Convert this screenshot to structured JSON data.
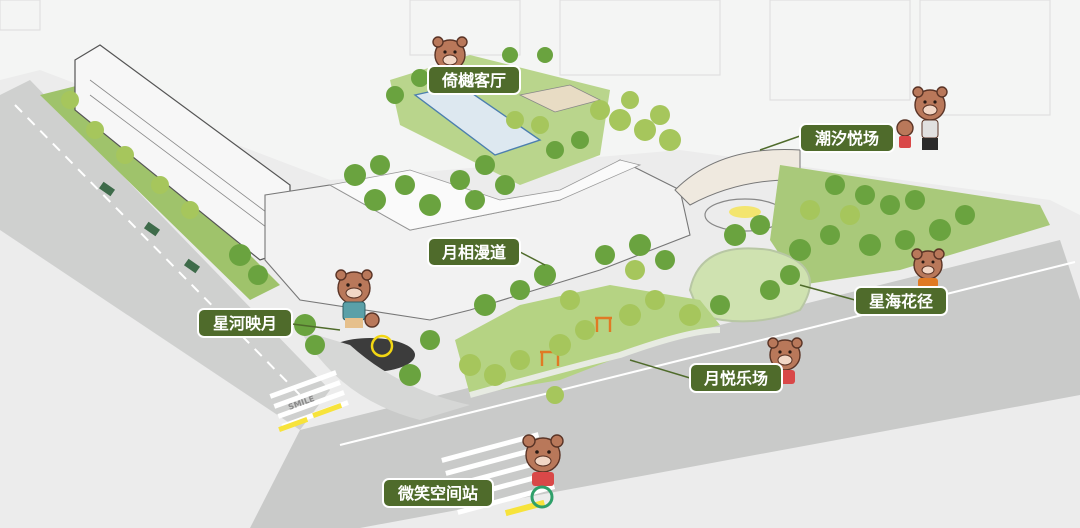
{
  "map": {
    "labels": {
      "lounge": "倚樾客厅",
      "tidal_plaza": "潮汐悦场",
      "moon_walk": "月相漫道",
      "star_river": "星河映月",
      "star_sea_path": "星海花径",
      "moon_playground": "月悦乐场",
      "smile_station": "微笑空间站"
    },
    "crosswalk_text": "SMILE",
    "colors": {
      "label_bg": "#4f6b2b",
      "park_green": "#a9c97a",
      "tree_dark": "#5d9a3a",
      "tree_light": "#9cc25a",
      "plaza_yellow": "#f7e33b",
      "bear": "#b9785a"
    }
  }
}
